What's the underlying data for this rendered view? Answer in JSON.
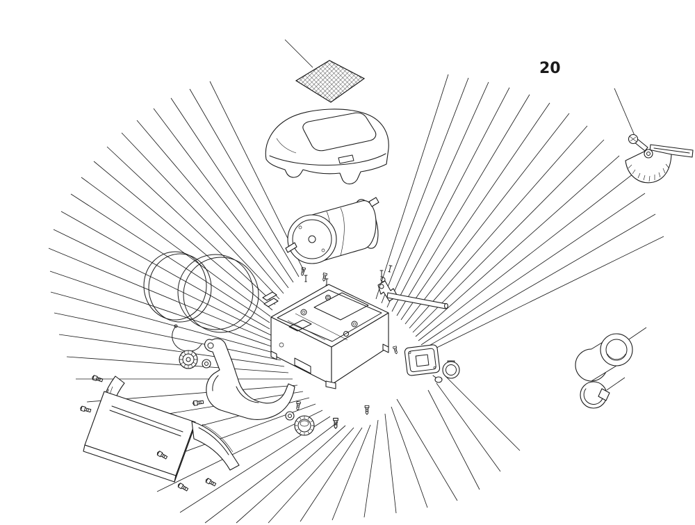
{
  "figure": {
    "label": "20"
  },
  "colors": {
    "line": "#1a1a1a",
    "bg": "#ffffff"
  },
  "parts": [
    "abrasive-sheet",
    "motor-cover",
    "motor",
    "main-housing",
    "drive-shaft",
    "sanding-discs",
    "tension-spring",
    "handwheel",
    "flat-washer",
    "trunnion-bracket",
    "tilt-table",
    "quadrant-bracket-rear",
    "quadrant-bracket-front",
    "hex-bolts",
    "lock-knob",
    "machine-screws",
    "switch-plate",
    "switch-knob",
    "dust-port",
    "dust-port-cap",
    "miter-gauge"
  ]
}
